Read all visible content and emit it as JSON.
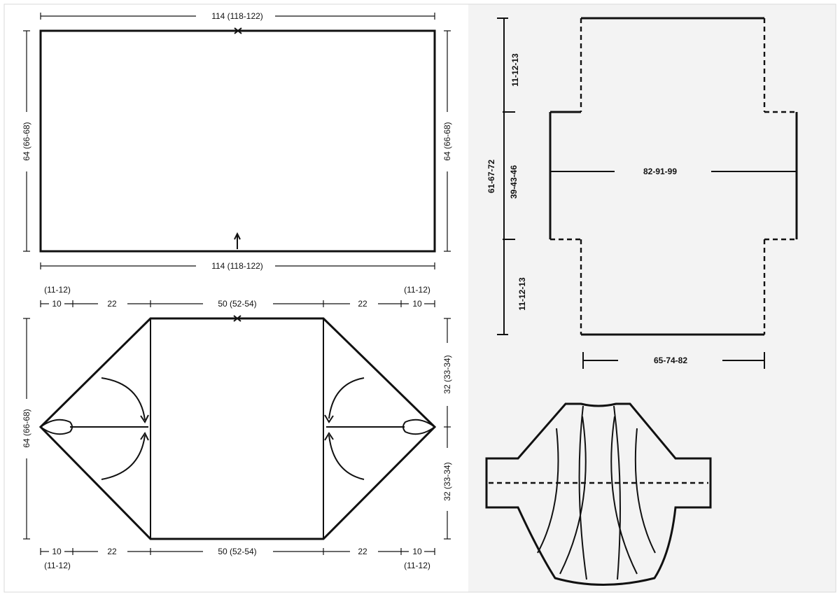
{
  "panel_a": {
    "top_width": "114 (118-122)",
    "bottom_width": "114 (118-122)",
    "left_height": "64 (66-68)",
    "right_height": "64 (66-68)"
  },
  "panel_b": {
    "top_alt_left": "(11-12)",
    "top_alt_right": "(11-12)",
    "top_seg1": "10",
    "top_seg2": "22",
    "top_seg3": "50 (52-54)",
    "top_seg4": "22",
    "top_seg5": "10",
    "bottom_seg1": "10",
    "bottom_seg2": "22",
    "bottom_seg3": "50 (52-54)",
    "bottom_seg4": "22",
    "bottom_seg5": "10",
    "bottom_alt_left": "(11-12)",
    "bottom_alt_right": "(11-12)",
    "left_height": "64 (66-68)",
    "right_upper": "32 (33-34)",
    "right_lower": "32 (33-34)"
  },
  "panel_c": {
    "total_height": "61-67-72",
    "upper_sleeve": "11-12-13",
    "middle": "39-43-46",
    "lower_sleeve": "11-12-13",
    "span_width": "82-91-99",
    "bottom_width": "65-74-82"
  },
  "colors": {
    "line": "#111111",
    "background": "#ffffff",
    "panel_bg": "#f3f3f3"
  }
}
